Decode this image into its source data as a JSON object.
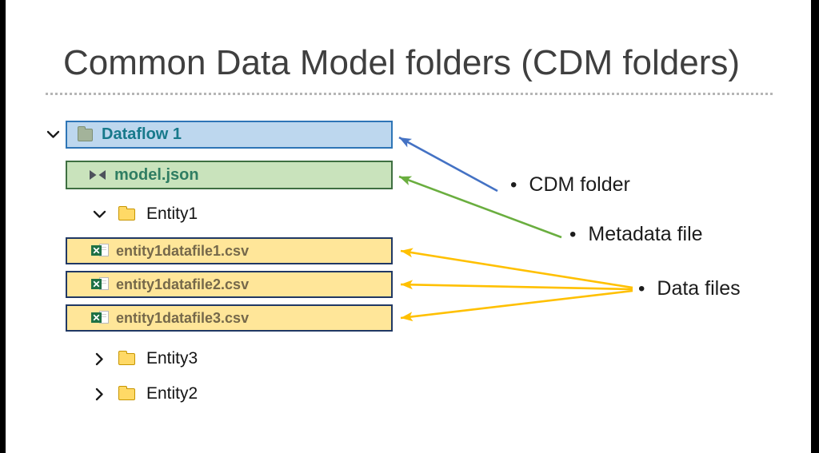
{
  "slide": {
    "title": "Common Data Model folders (CDM folders)"
  },
  "tree": {
    "dataflow": {
      "label": "Dataflow 1",
      "icon": "folder-icon",
      "state": "expanded"
    },
    "model": {
      "label": "model.json",
      "icon": "model-json-icon"
    },
    "entity1": {
      "label": "Entity1",
      "icon": "folder-icon",
      "state": "expanded"
    },
    "datafiles": [
      {
        "label": "entity1datafile1.csv",
        "icon": "excel-file-icon"
      },
      {
        "label": "entity1datafile2.csv",
        "icon": "excel-file-icon"
      },
      {
        "label": "entity1datafile3.csv",
        "icon": "excel-file-icon"
      }
    ],
    "entity3": {
      "label": "Entity3",
      "icon": "folder-icon",
      "state": "collapsed"
    },
    "entity2": {
      "label": "Entity2",
      "icon": "folder-icon",
      "state": "collapsed"
    }
  },
  "legend": {
    "items": [
      {
        "label": "CDM folder",
        "arrow_color": "#4472C4",
        "points_to": "Dataflow 1"
      },
      {
        "label": "Metadata file",
        "arrow_color": "#6AAE3F",
        "points_to": "model.json"
      },
      {
        "label": "Data files",
        "arrow_color": "#FFC000",
        "points_to": "entity1datafile1.csv, entity1datafile2.csv, entity1datafile3.csv"
      }
    ]
  },
  "colors": {
    "dataflow_fill": "#BDD7EE",
    "dataflow_border": "#2E75B6",
    "model_fill": "#C9E3BC",
    "model_border": "#3E6F41",
    "datafile_fill": "#FFE699",
    "datafile_border": "#203864",
    "arrow_blue": "#4472C4",
    "arrow_green": "#6AAE3F",
    "arrow_yellow": "#FFC000"
  }
}
